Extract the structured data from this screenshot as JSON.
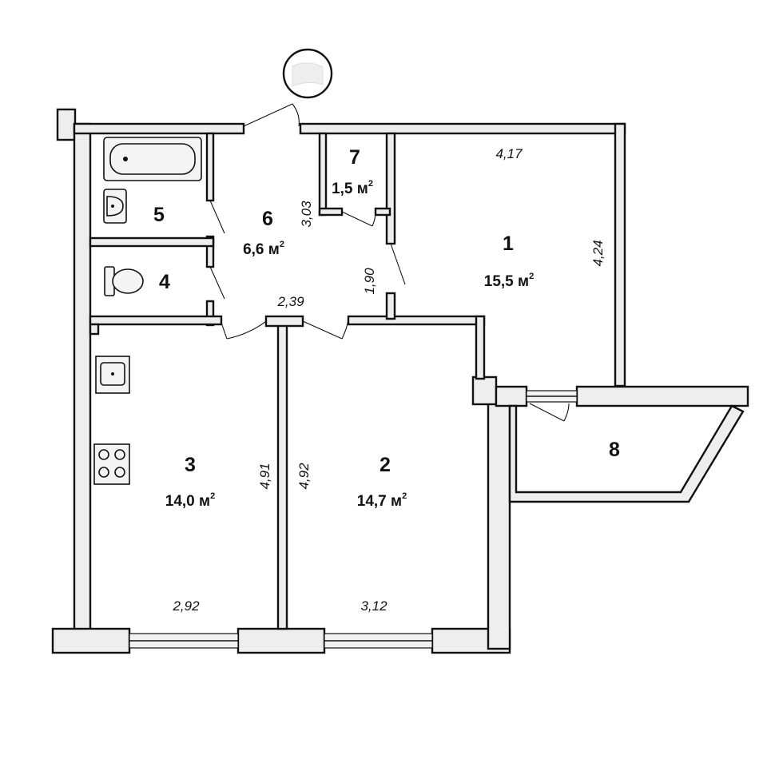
{
  "rooms": [
    {
      "id": "1",
      "area": "15,5 м",
      "sup": "2"
    },
    {
      "id": "2",
      "area": "14,7 м",
      "sup": "2"
    },
    {
      "id": "3",
      "area": "14,0 м",
      "sup": "2"
    },
    {
      "id": "4"
    },
    {
      "id": "5"
    },
    {
      "id": "6",
      "area": "6,6 м",
      "sup": "2"
    },
    {
      "id": "7",
      "area": "1,5 м",
      "sup": "2"
    },
    {
      "id": "8"
    }
  ],
  "dimensions": {
    "room1_width": "4,17",
    "room1_depth": "4,24",
    "room6_length": "3,03",
    "room6_width": "2,39",
    "corridor_width": "1,90",
    "room3_depth": "4,91",
    "room2_depth": "4,92",
    "room3_width": "2,92",
    "room2_width": "3,12"
  },
  "icons": [
    "compass-icon",
    "bathtub-icon",
    "washbasin-icon",
    "toilet-icon",
    "kitchen-sink-icon",
    "stove-icon"
  ]
}
